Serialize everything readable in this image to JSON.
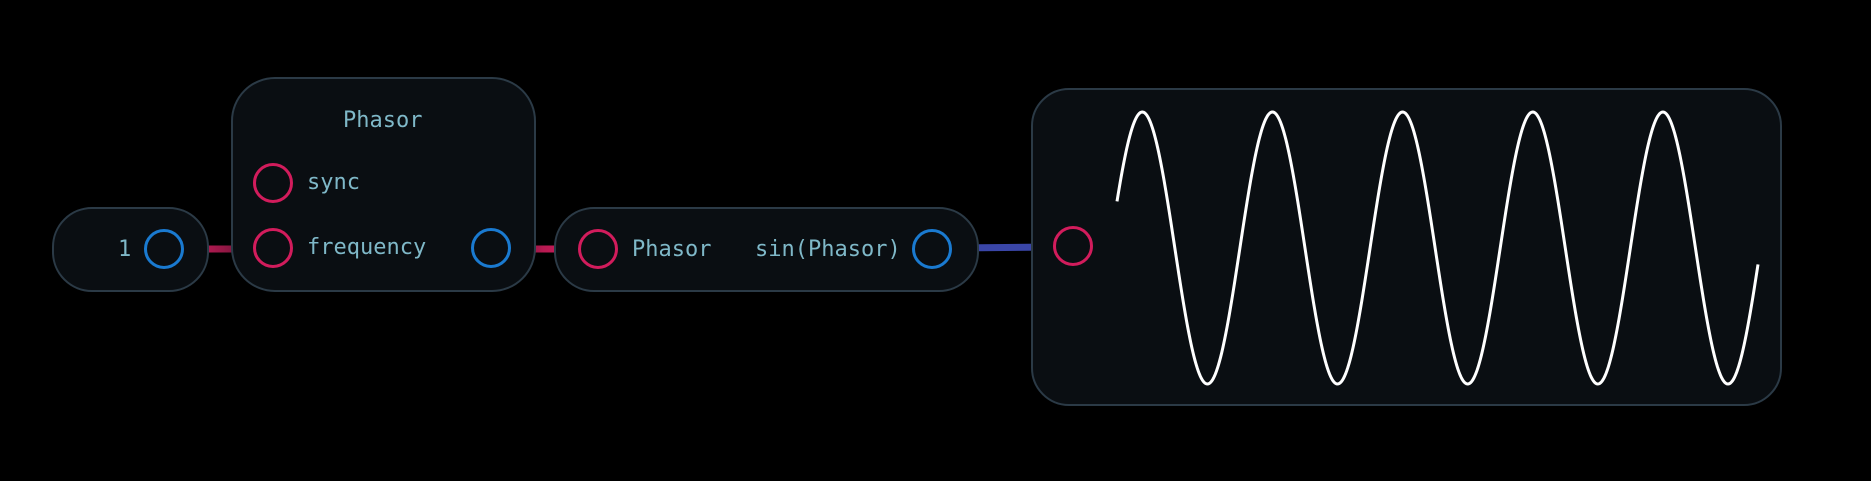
{
  "constant_node": {
    "value": "1"
  },
  "phasor_node": {
    "title": "Phasor",
    "inputs": [
      "sync",
      "frequency"
    ]
  },
  "sin_node": {
    "input_label": "Phasor",
    "output_label": "sin(Phasor)"
  },
  "scope_node": {
    "waveform": "sine",
    "cycles": 5
  },
  "colors": {
    "input_port": "#d21c5c",
    "output_port": "#1a7ad0",
    "wire_phasor": "#d21c5c",
    "wire_sin": "#3a46a8",
    "node_border": "#2b3a46",
    "node_fill": "#0a0e12",
    "text": "#7fb8c8",
    "waveform": "#ffffff"
  }
}
